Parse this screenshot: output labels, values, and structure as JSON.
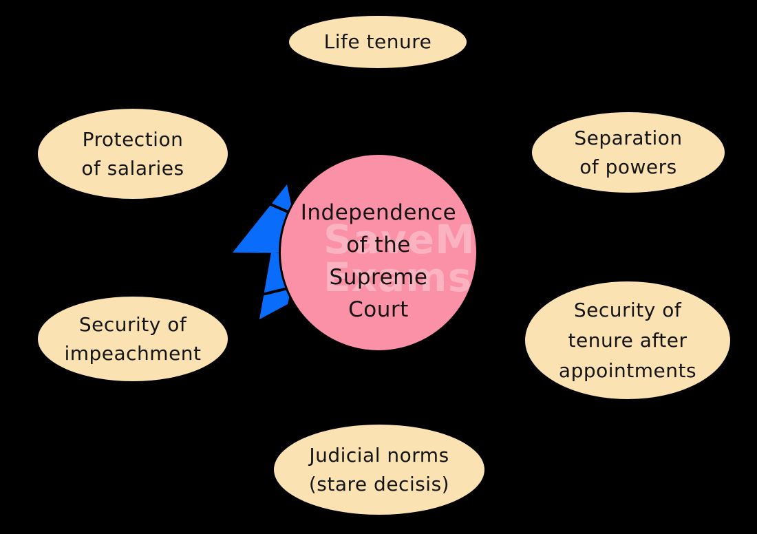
{
  "diagram": {
    "background": "#000000",
    "node_fill": "#FBE2B3",
    "text_color": "#141414",
    "center": {
      "fill": "#FA91A6",
      "lines": [
        "Independence",
        "of the",
        "Supreme",
        "Court"
      ]
    },
    "watermark": {
      "line1": "SaveMy",
      "line2": "Exams"
    },
    "bolt": {
      "icon": "lightning-bolt-icon",
      "color": "#0A6CFA"
    },
    "nodes": [
      {
        "id": "life-tenure",
        "lines": [
          "Life tenure"
        ]
      },
      {
        "id": "protection-of-salaries",
        "lines": [
          "Protection",
          "of salaries"
        ]
      },
      {
        "id": "separation-of-powers",
        "lines": [
          "Separation",
          "of powers"
        ]
      },
      {
        "id": "security-of-impeachment",
        "lines": [
          "Security of",
          "impeachment"
        ]
      },
      {
        "id": "security-of-tenure-after-appointments",
        "lines": [
          "Security of",
          "tenure after",
          "appointments"
        ]
      },
      {
        "id": "judicial-norms-stare-decisis",
        "lines": [
          "Judicial norms",
          "(stare decisis)"
        ]
      }
    ]
  }
}
